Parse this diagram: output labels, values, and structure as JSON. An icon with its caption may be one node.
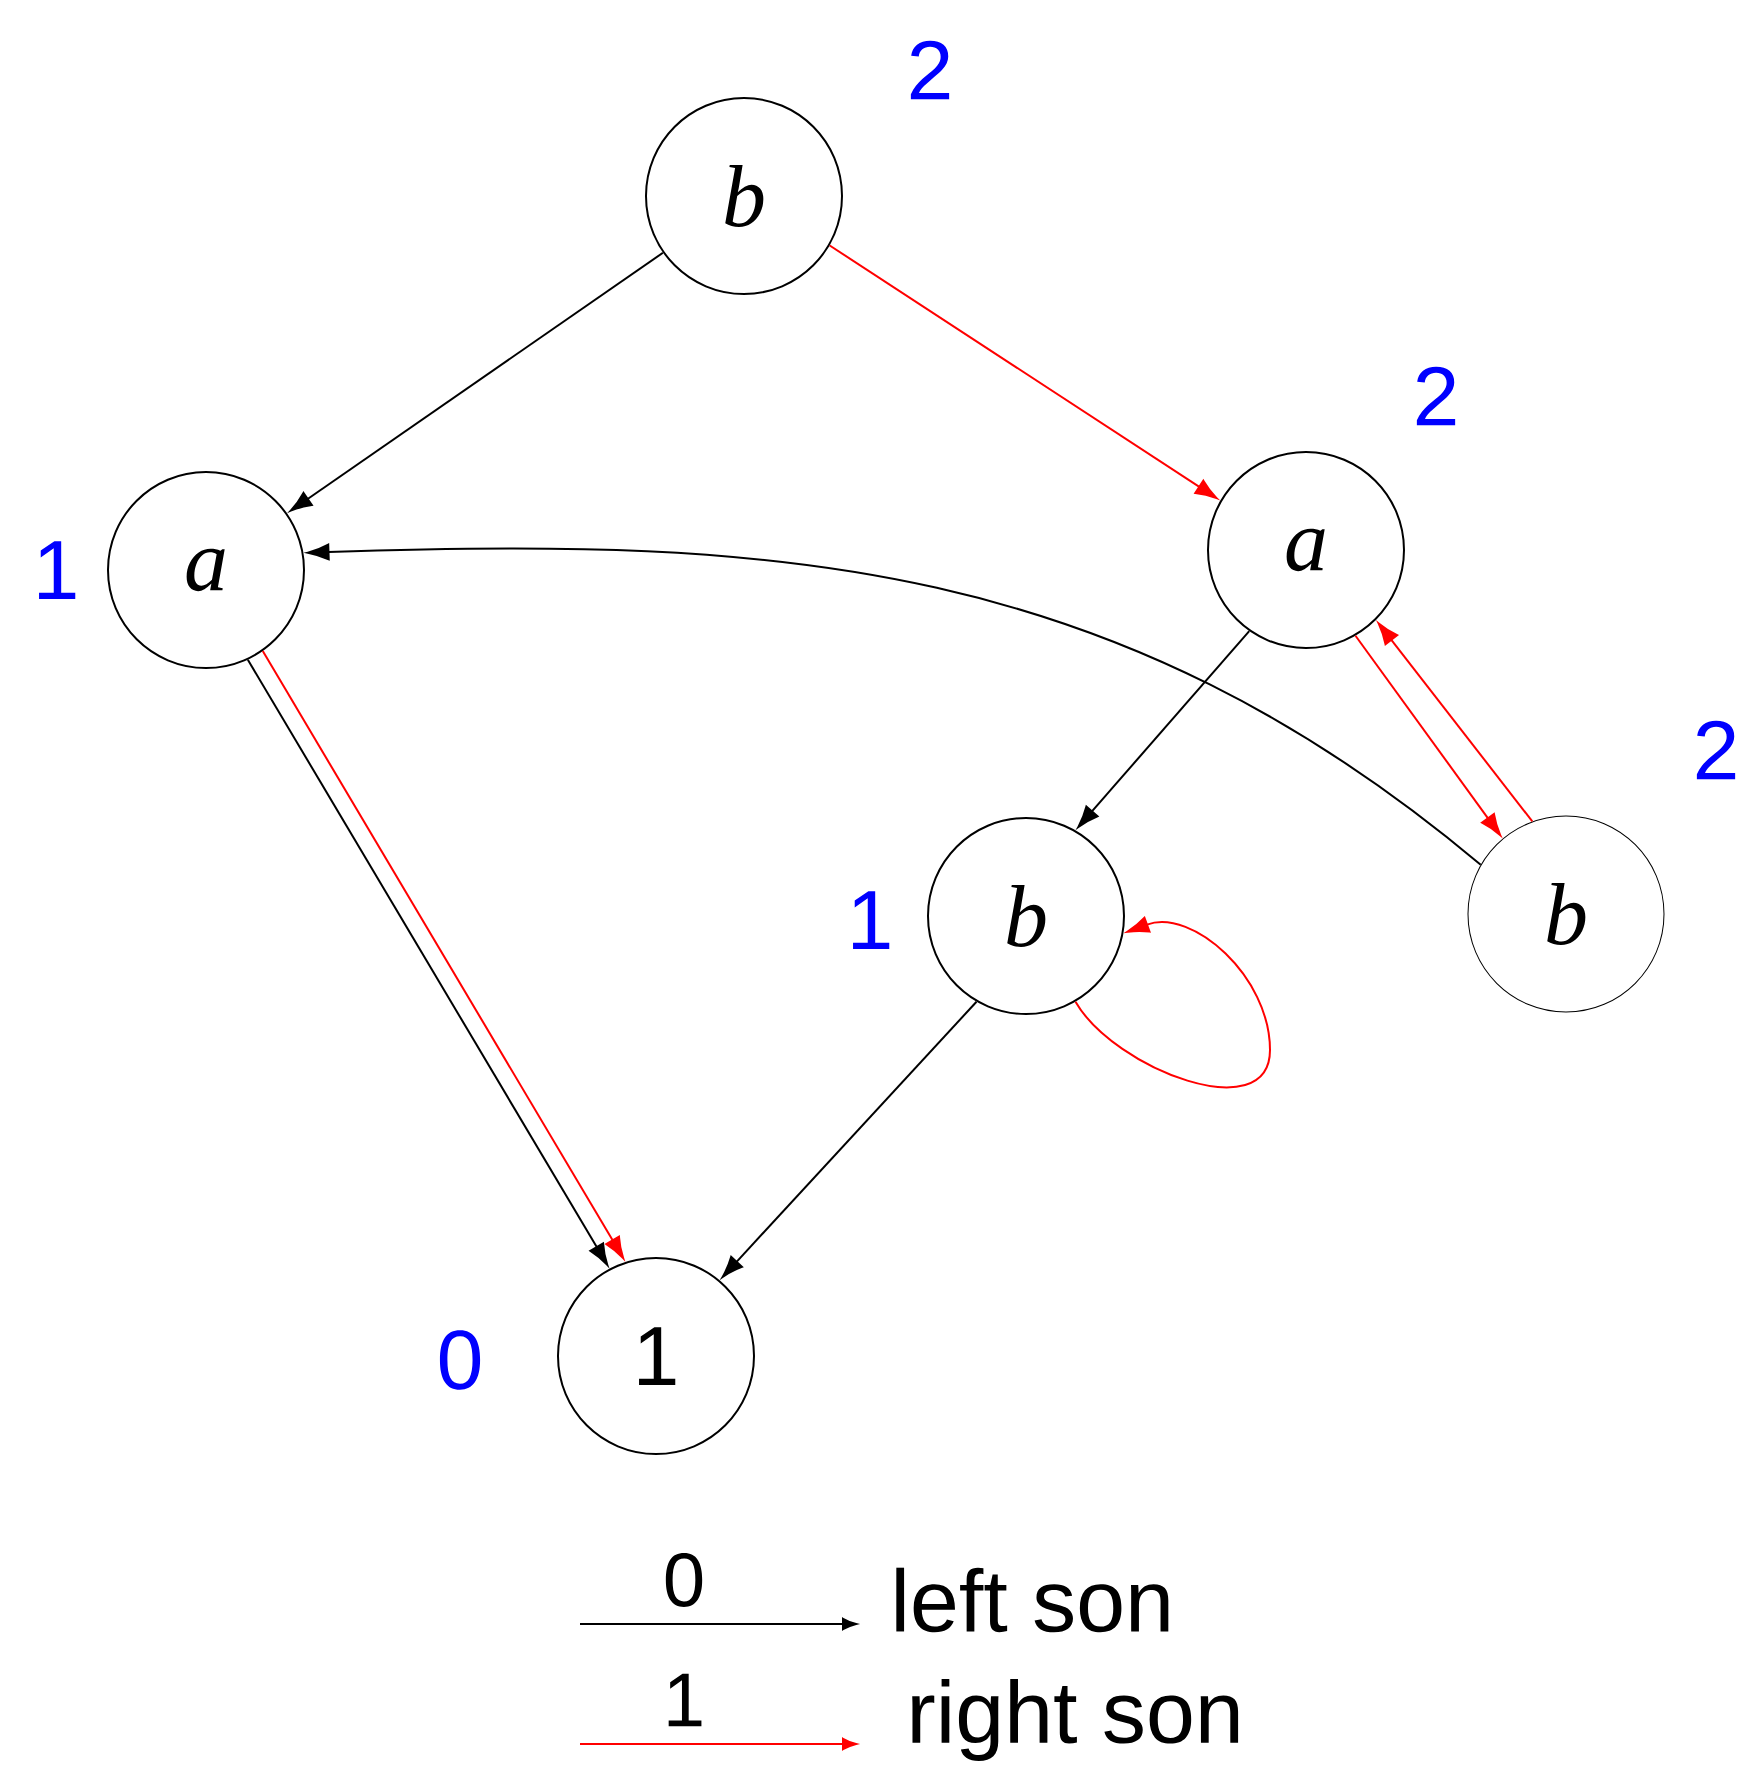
{
  "diagram": {
    "nodes": [
      {
        "text": [
          "b"
        ],
        "beside": [
          "2"
        ]
      },
      {
        "text": [
          "a"
        ],
        "beside": [
          "1"
        ]
      },
      {
        "text": [
          "a"
        ],
        "beside": [
          "2"
        ]
      },
      {
        "text": [
          "b"
        ],
        "beside": [
          "1"
        ]
      },
      {
        "text": [
          "b"
        ],
        "beside": [
          "2"
        ]
      },
      {
        "text": [
          "1"
        ],
        "beside": [
          "0"
        ]
      }
    ],
    "edges": [
      {
        "from": 0,
        "to": 1,
        "arrow": "to"
      },
      {
        "from": 0,
        "to": 2,
        "arrow": "to",
        "color": "#ff0000"
      },
      {
        "from": 1,
        "to": 5,
        "arrow": "to"
      },
      {
        "from": 1,
        "to": 5,
        "arrow": "to",
        "color": "#ff0000"
      },
      {
        "from": 2,
        "to": 3,
        "arrow": "to"
      },
      {
        "from": 2,
        "to": 4,
        "arrow": "to",
        "color": "#ff0000"
      },
      {
        "from": 4,
        "to": 2,
        "arrow": "to",
        "color": "#ff0000"
      },
      {
        "from": 3,
        "to": 3,
        "arrow": "to",
        "color": "#ff0000"
      },
      {
        "from": 3,
        "to": 5,
        "arrow": "to"
      },
      {
        "from": 4,
        "to": 1,
        "arrow": "to"
      }
    ],
    "labels": [
      "0",
      "1"
    ],
    "legend": [
      {
        "text": "left son"
      },
      {
        "text": "right son"
      }
    ]
  }
}
